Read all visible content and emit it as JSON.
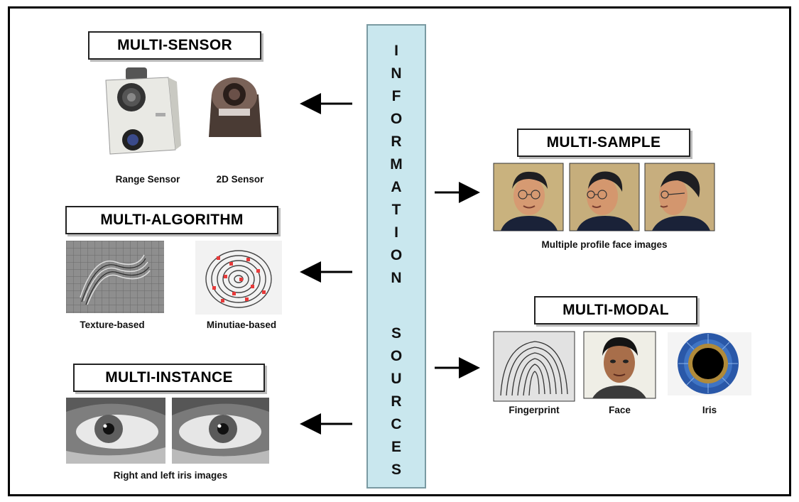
{
  "central_column": {
    "word1": [
      "I",
      "N",
      "F",
      "O",
      "R",
      "M",
      "A",
      "T",
      "I",
      "O",
      "N"
    ],
    "word2": [
      "S",
      "O",
      "U",
      "R",
      "C",
      "E",
      "S"
    ]
  },
  "multi_sensor": {
    "title": "MULTI-SENSOR",
    "captions": [
      "Range Sensor",
      "2D Sensor"
    ]
  },
  "multi_algorithm": {
    "title": "MULTI-ALGORITHM",
    "captions": [
      "Texture-based",
      "Minutiae-based"
    ]
  },
  "multi_instance": {
    "title": "MULTI-INSTANCE",
    "caption": "Right and left iris images"
  },
  "multi_sample": {
    "title": "MULTI-SAMPLE",
    "caption": "Multiple profile face images"
  },
  "multi_modal": {
    "title": "MULTI-MODAL",
    "captions": [
      "Fingerprint",
      "Face",
      "Iris"
    ]
  },
  "colors": {
    "column_fill": "#c9e7ee",
    "minutiae_marker": "#e83a3a",
    "iris_blue": "#2a58a8"
  }
}
